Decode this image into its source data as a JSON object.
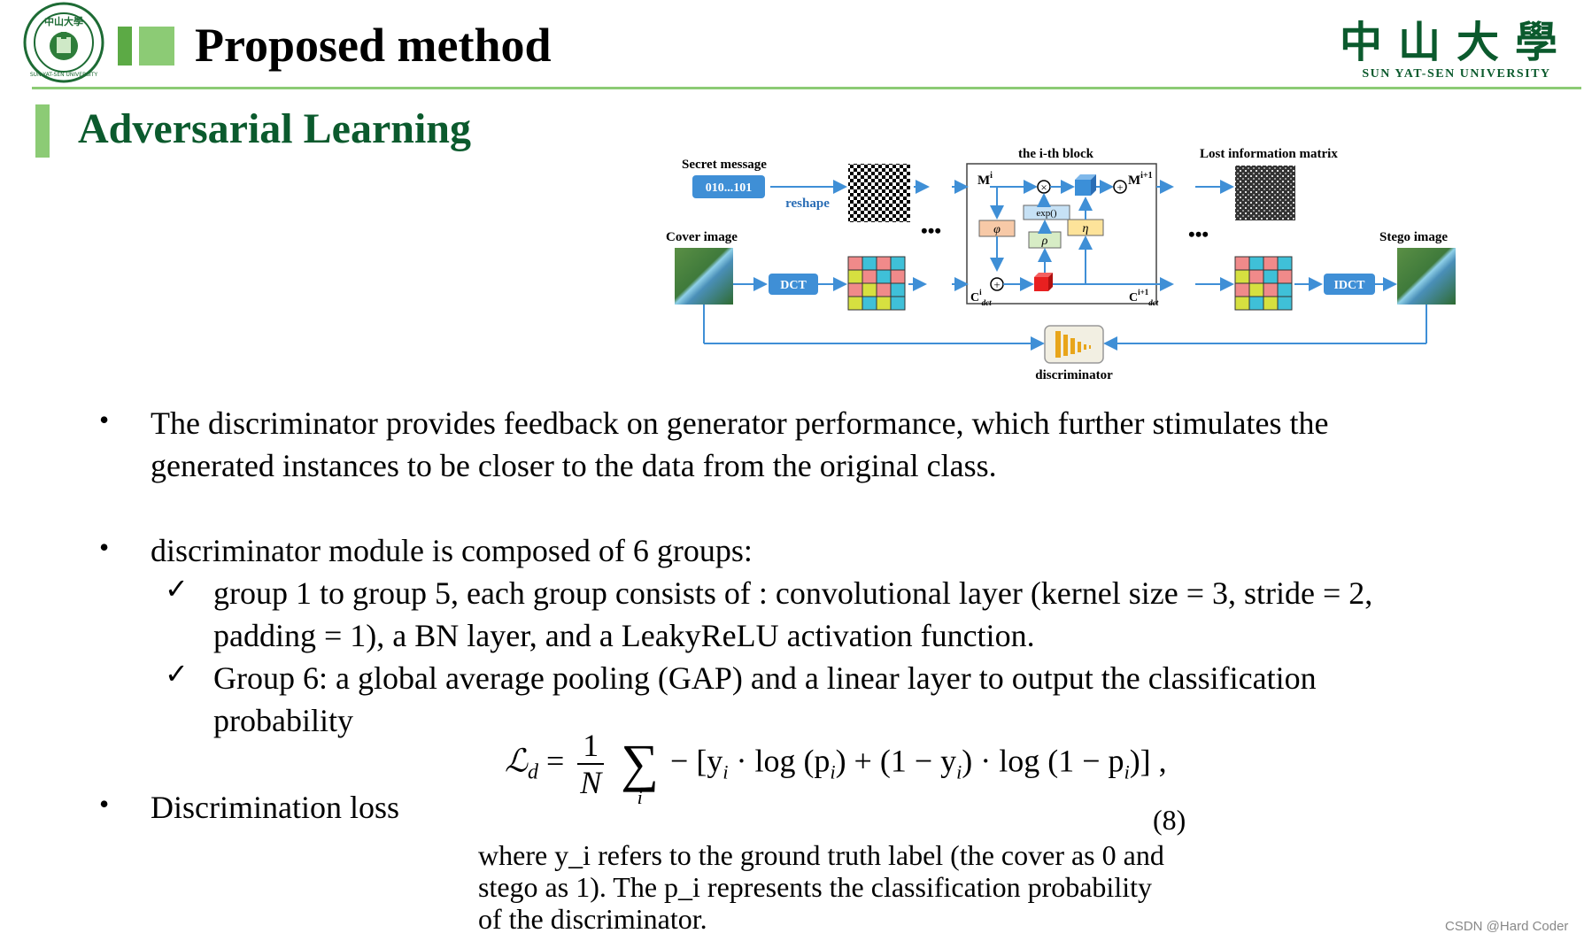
{
  "header": {
    "title": "Proposed method",
    "brand_cn": "中山大學",
    "brand_en": "SUN YAT-SEN UNIVERSITY",
    "logo_ring_text": "SUN YAT-SEN UNIVERSITY",
    "logo_chars": "中山大學"
  },
  "section": {
    "title": "Adversarial Learning"
  },
  "diagram": {
    "secret_message_label": "Secret message",
    "secret_message_value": "010...101",
    "reshape_label": "reshape",
    "block_title": "the i-th block",
    "lost_info_label": "Lost information matrix",
    "cover_image_label": "Cover image",
    "stego_image_label": "Stego image",
    "dct_label": "DCT",
    "idct_label": "IDCT",
    "discriminator_label": "discriminator",
    "m_in": "M",
    "m_in_sup": "i",
    "m_out": "M",
    "m_out_sup": "i+1",
    "c_in": "C",
    "c_in_sup": "i",
    "c_in_sub": "dct",
    "c_out": "C",
    "c_out_sup": "i+1",
    "c_out_sub": "dct",
    "phi": "φ",
    "rho": "ρ",
    "eta": "η",
    "exp": "exp()",
    "dots": "•••",
    "colors": {
      "blue_box": "#3f8fd6",
      "phi_box": "#f7c9a7",
      "rho_box": "#d7ecc5",
      "eta_box": "#fde39a",
      "exp_box": "#c6e1f5",
      "cube": "#3b8fd8",
      "red_cube": "#e82020",
      "arrow": "#3f8fd6"
    }
  },
  "bullets": [
    {
      "line1": "The discriminator provides feedback on generator performance, which further stimulates the",
      "line2": "generated instances to be closer to the data from the original class."
    },
    {
      "line1": "discriminator module is composed of 6 groups:"
    }
  ],
  "checks": [
    {
      "line1": "group 1 to group 5, each group consists of : convolutional layer (kernel size = 3, stride = 2,",
      "line2": "padding = 1), a BN layer, and a LeakyReLU activation function."
    },
    {
      "line1": "Group 6: a global average pooling (GAP) and a linear layer to output the classification",
      "line2": "probability"
    }
  ],
  "loss_bullet": "Discrimination loss",
  "formula": {
    "lhs": "ℒ",
    "lhs_sub": "d",
    "equals": "=",
    "frac_num": "1",
    "frac_den": "N",
    "sum_symbol": "∑",
    "sum_index": "i",
    "body": "− [y",
    "body_i1": "i",
    "body2": " · log (p",
    "body_i2": "i",
    "body3": ") + (1 − y",
    "body_i3": "i",
    "body4": ") · log (1 − p",
    "body_i4": "i",
    "body5": ")] ,",
    "eq_number": "(8)"
  },
  "explanation": {
    "line1": "where y_i refers to the ground truth label (the cover as 0 and",
    "line2": "stego as 1). The p_i represents the classification probability",
    "line3": "of the discriminator."
  },
  "watermark": "CSDN @Hard Coder"
}
